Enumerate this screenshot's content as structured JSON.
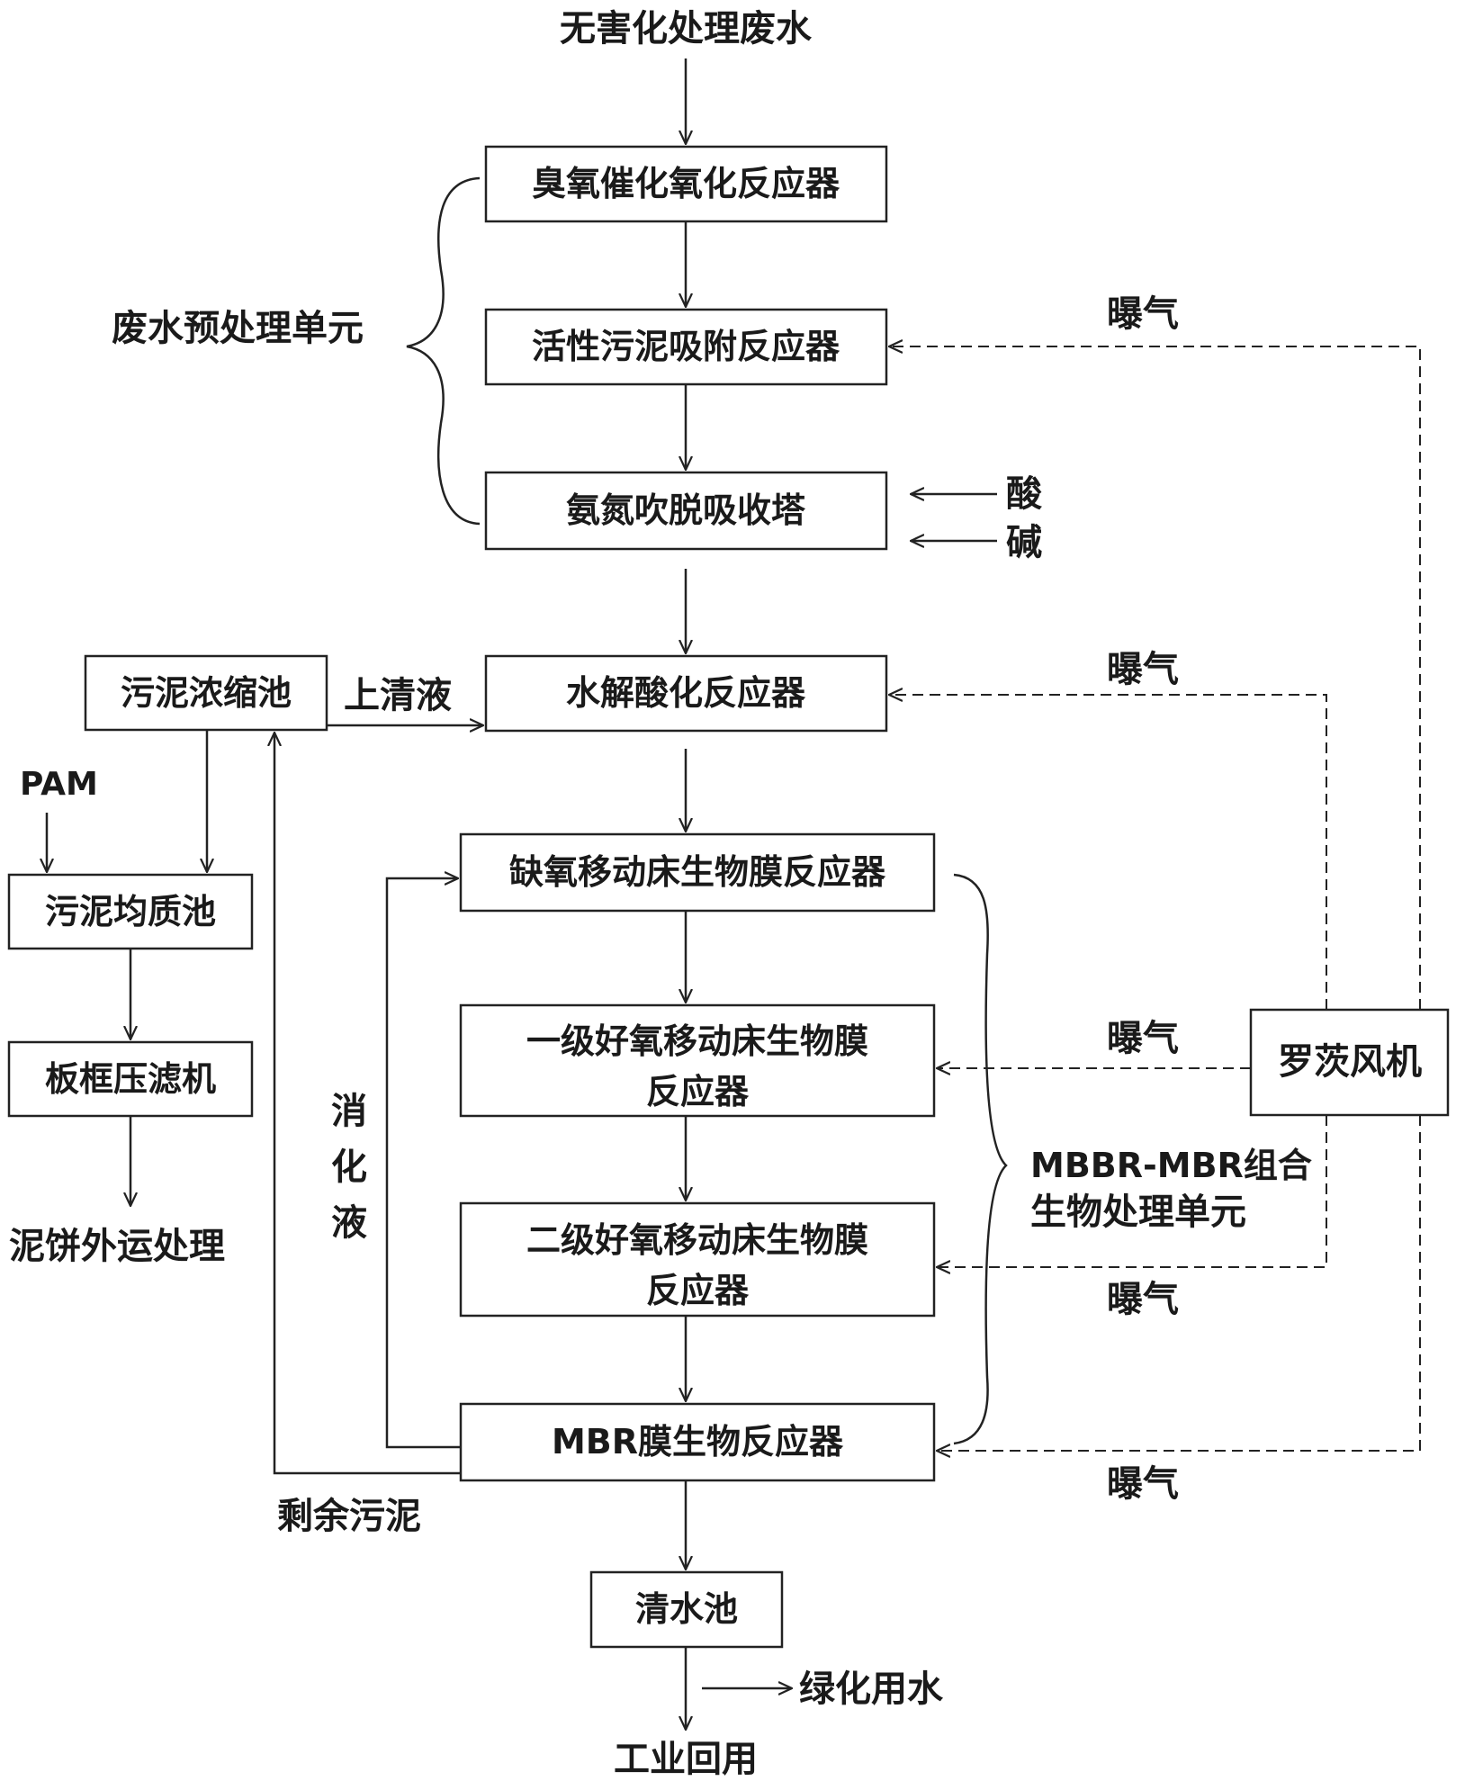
{
  "title": "无害化处理废水",
  "pretreatment_unit_label": "废水预处理单元",
  "mbbr_unit_label_line1": "MBBR-MBR组合",
  "mbbr_unit_label_line2": "生物处理单元",
  "process": {
    "ozone": "臭氧催化氧化反应器",
    "activated_sludge": "活性污泥吸附反应器",
    "ammonia_stripping": "氨氮吹脱吸收塔",
    "hydrolysis": "水解酸化反应器",
    "anoxic_mbbr": "缺氧移动床生物膜反应器",
    "aerobic1_line1": "一级好氧移动床生物膜",
    "aerobic1_line2": "反应器",
    "aerobic2_line1": "二级好氧移动床生物膜",
    "aerobic2_line2": "反应器",
    "mbr": "MBR膜生物反应器",
    "clear_pool": "清水池"
  },
  "sludge": {
    "thickener": "污泥浓缩池",
    "homogenizer": "污泥均质池",
    "filter_press": "板框压滤机",
    "cake_disposal": "泥饼外运处理",
    "pam": "PAM",
    "supernatant": "上清液",
    "excess_sludge": "剩余污泥"
  },
  "chemicals": {
    "acid": "酸",
    "base": "碱"
  },
  "recycle_label": {
    "c1": "消",
    "c2": "化",
    "c3": "液"
  },
  "blower": "罗茨风机",
  "aeration_label": "曝气",
  "outputs": {
    "greening": "绿化用水",
    "industrial": "工业回用"
  }
}
